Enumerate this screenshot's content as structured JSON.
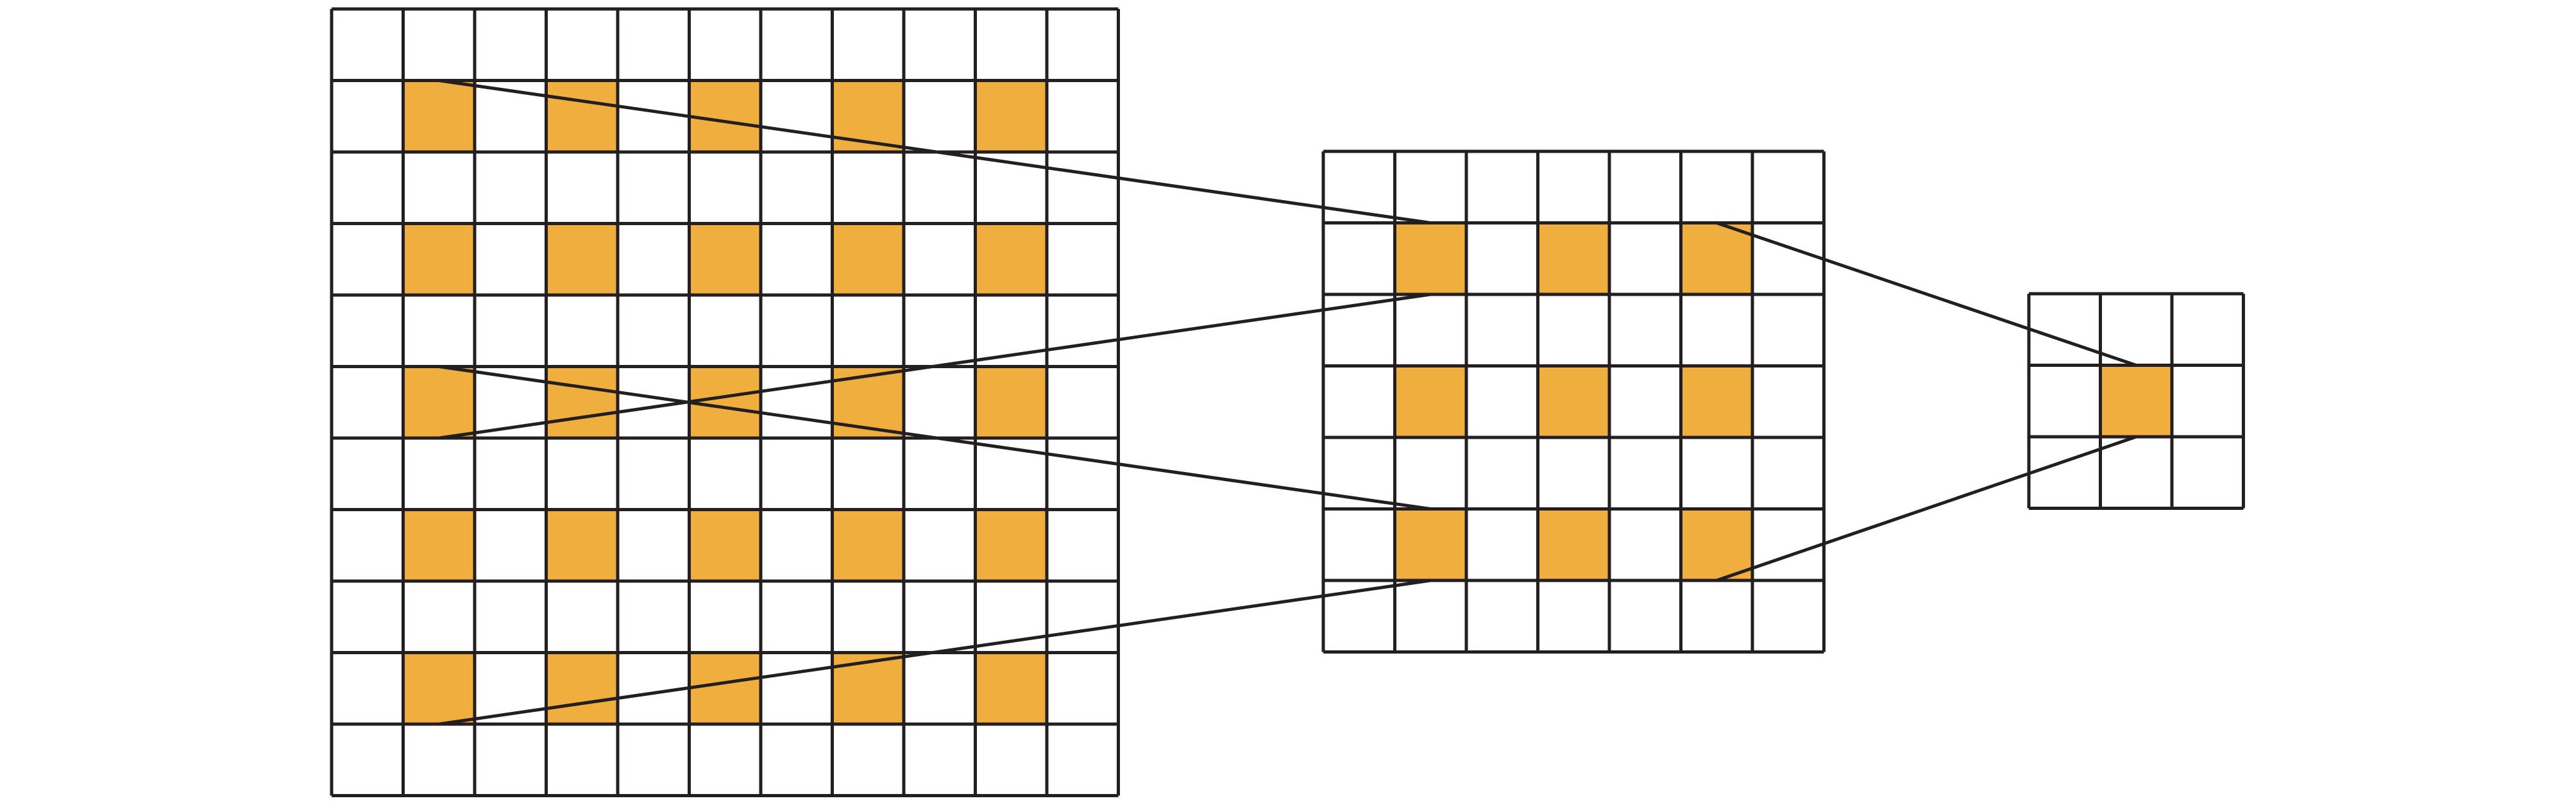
{
  "colors": {
    "background": "#ffffff",
    "grid_line": "#231f20",
    "highlight": "#f0ae3e",
    "connector": "#231f20"
  },
  "grids": [
    {
      "id": "input-grid",
      "rows": 11,
      "cols": 11,
      "highlight_rows": [
        1,
        3,
        5,
        7,
        9
      ],
      "highlight_cols": [
        1,
        3,
        5,
        7,
        9
      ]
    },
    {
      "id": "middle-grid",
      "rows": 7,
      "cols": 7,
      "highlight_rows": [
        1,
        3,
        5
      ],
      "highlight_cols": [
        1,
        3,
        5
      ]
    },
    {
      "id": "output-grid",
      "rows": 3,
      "cols": 3,
      "highlight_rows": [
        1
      ],
      "highlight_cols": [
        1
      ]
    }
  ],
  "connections": [
    {
      "from_grid": 0,
      "from_cell": [
        1,
        1
      ],
      "to_grid": 1,
      "to_cell": [
        1,
        1
      ],
      "edge": "top"
    },
    {
      "from_grid": 0,
      "from_cell": [
        5,
        1
      ],
      "to_grid": 1,
      "to_cell": [
        1,
        1
      ],
      "edge": "bottom"
    },
    {
      "from_grid": 0,
      "from_cell": [
        5,
        1
      ],
      "to_grid": 1,
      "to_cell": [
        5,
        1
      ],
      "edge": "top"
    },
    {
      "from_grid": 0,
      "from_cell": [
        9,
        1
      ],
      "to_grid": 1,
      "to_cell": [
        5,
        1
      ],
      "edge": "bottom"
    },
    {
      "from_grid": 1,
      "from_cell": [
        1,
        5
      ],
      "to_grid": 2,
      "to_cell": [
        1,
        1
      ],
      "edge": "top"
    },
    {
      "from_grid": 1,
      "from_cell": [
        5,
        5
      ],
      "to_grid": 2,
      "to_cell": [
        1,
        1
      ],
      "edge": "bottom"
    }
  ]
}
